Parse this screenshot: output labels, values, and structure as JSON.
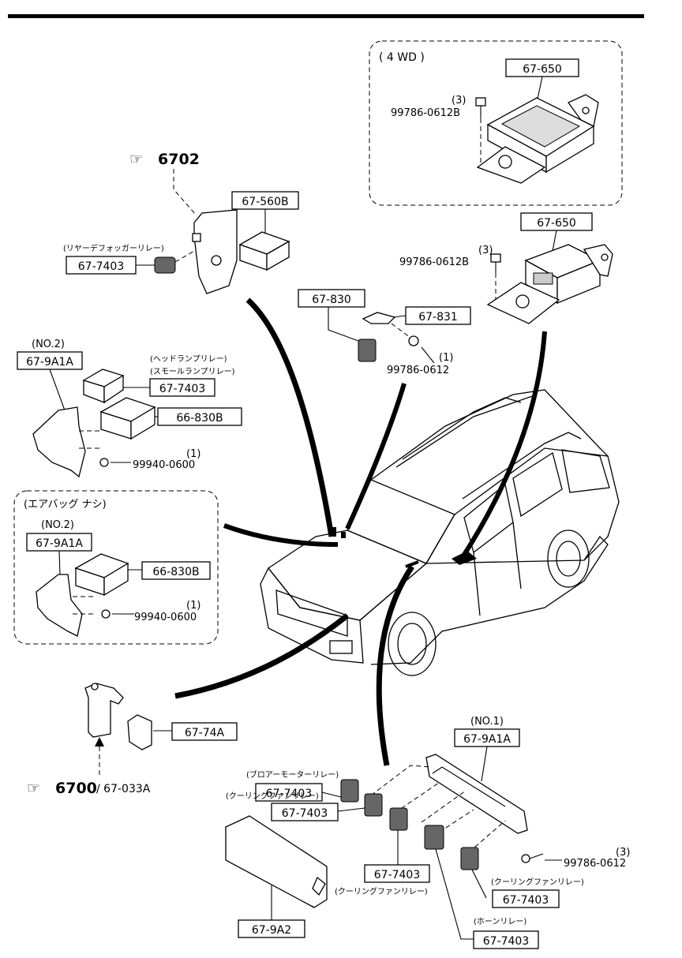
{
  "references": {
    "ref_6702": "6702",
    "ref_6700": "6700",
    "ref_6700_suffix": "/ 67-033A"
  },
  "groups": {
    "four_wd": "( 4 WD )",
    "no_airbag": "(エアバッグ ナシ)"
  },
  "labels": {
    "p67_650_a": "67-650",
    "p67_650_b": "67-650",
    "bolt_99786_0612B_a": "99786-0612B",
    "bolt_99786_0612B_a_qty": "(3)",
    "bolt_99786_0612B_b": "99786-0612B",
    "bolt_99786_0612B_b_qty": "(3)",
    "p67_560B": "67-560B",
    "rear_defogger_relay_note": "(リヤーデフォッガーリレー)",
    "p67_7403_defog": "67-7403",
    "p67_830": "67-830",
    "p67_831": "67-831",
    "bolt_99786_0612_mid": "99786-0612",
    "bolt_99786_0612_mid_qty": "(1)",
    "no2_a": "(NO.2)",
    "p67_9A1A_a": "67-9A1A",
    "headlamp_relay_note": "(ヘッドランプリレー)",
    "small_lamp_relay_note": "(スモールランプリレー)",
    "p67_7403_head": "67-7403",
    "p66_830B_a": "66-830B",
    "nut_99940_0600_a": "99940-0600",
    "nut_99940_0600_a_qty": "(1)",
    "no2_b": "(NO.2)",
    "p67_9A1A_b": "67-9A1A",
    "p66_830B_b": "66-830B",
    "nut_99940_0600_b": "99940-0600",
    "nut_99940_0600_b_qty": "(1)",
    "p67_74A": "67-74A",
    "no1": "(NO.1)",
    "p67_9A1A_c": "67-9A1A",
    "blower_motor_relay_note": "(ブロアーモーターリレー)",
    "p67_7403_blower": "67-7403",
    "cooling_fan_relay_note_a": "(クーリングファンリレー)",
    "p67_7403_cool_a": "67-7403",
    "p67_7403_cool_b": "67-7403",
    "cooling_fan_relay_note_b": "(クーリングファンリレー)",
    "bolt_99786_0612_low": "99786-0612",
    "bolt_99786_0612_low_qty": "(3)",
    "cooling_fan_relay_note_c": "(クーリングファンリレー)",
    "p67_7403_cool_c": "67-7403",
    "horn_relay_note": "(ホーンリレー)",
    "p67_7403_horn": "67-7403",
    "p67_9A2": "67-9A2"
  }
}
